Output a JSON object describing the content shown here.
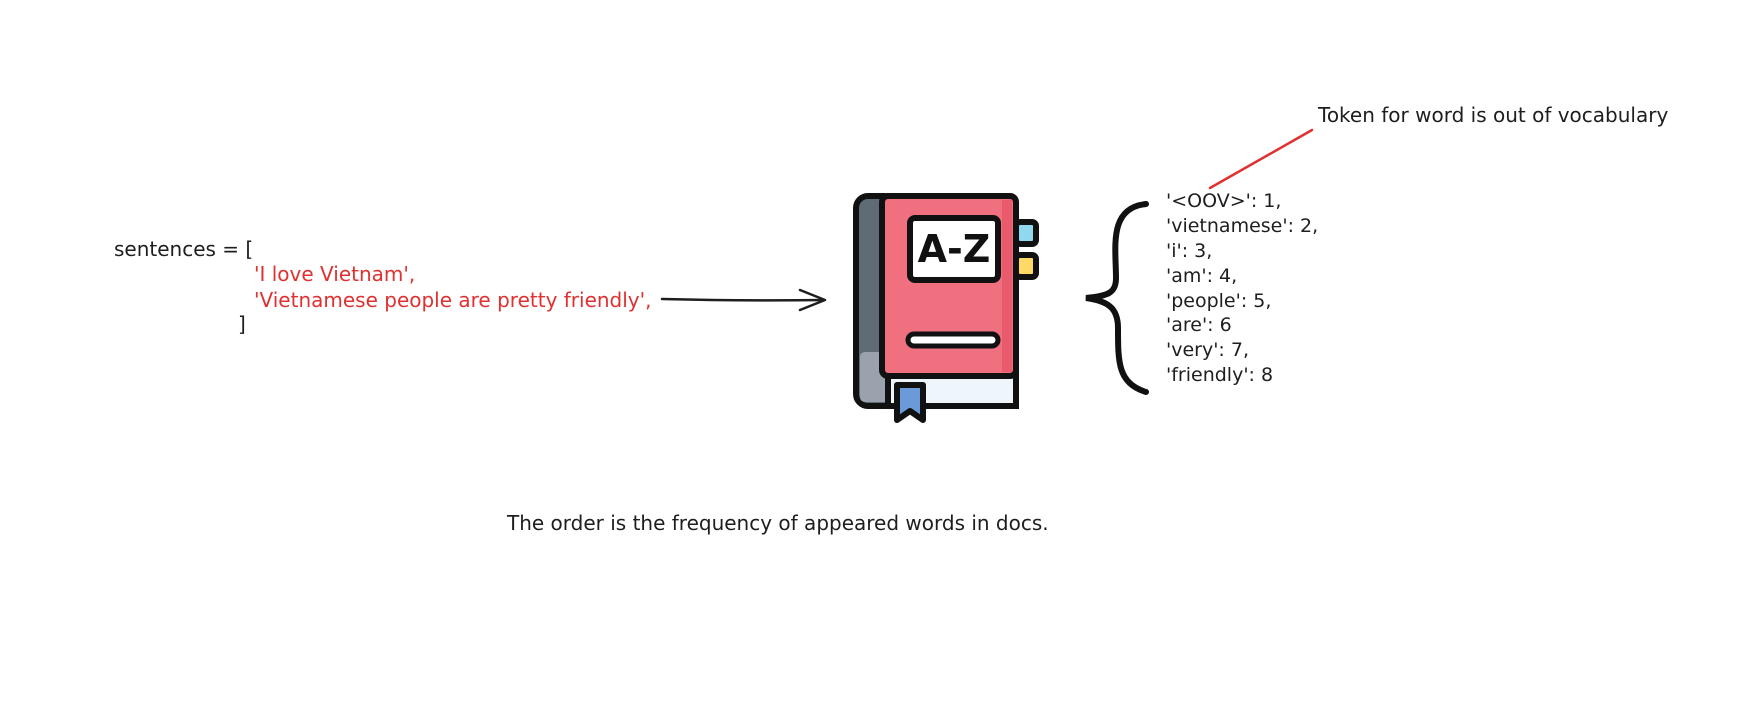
{
  "code": {
    "open_line": "sentences = [",
    "sentence_1": "'I love Vietnam',",
    "sentence_2": "'Vietnamese people are pretty friendly',",
    "close_line": "]"
  },
  "book": {
    "label": "A-Z"
  },
  "vocabulary": [
    "'<OOV>': 1,",
    "'vietnamese': 2,",
    "'i': 3,",
    "'am': 4,",
    "'people': 5,",
    "'are': 6",
    "'very': 7,",
    "'friendly': 8"
  ],
  "annotation": "Token for word is out of vocabulary",
  "caption": "The order is the frequency of appeared words in docs.",
  "colors": {
    "ink": "#1e1e1e",
    "accent_red": "#e03131",
    "book_cover": "#f07080",
    "book_spine": "#5f6b75",
    "bookmark": "#6a9ad8",
    "tab_blue": "#8fd8f0",
    "tab_yellow": "#ffd866",
    "pages": "#eef6fb"
  }
}
